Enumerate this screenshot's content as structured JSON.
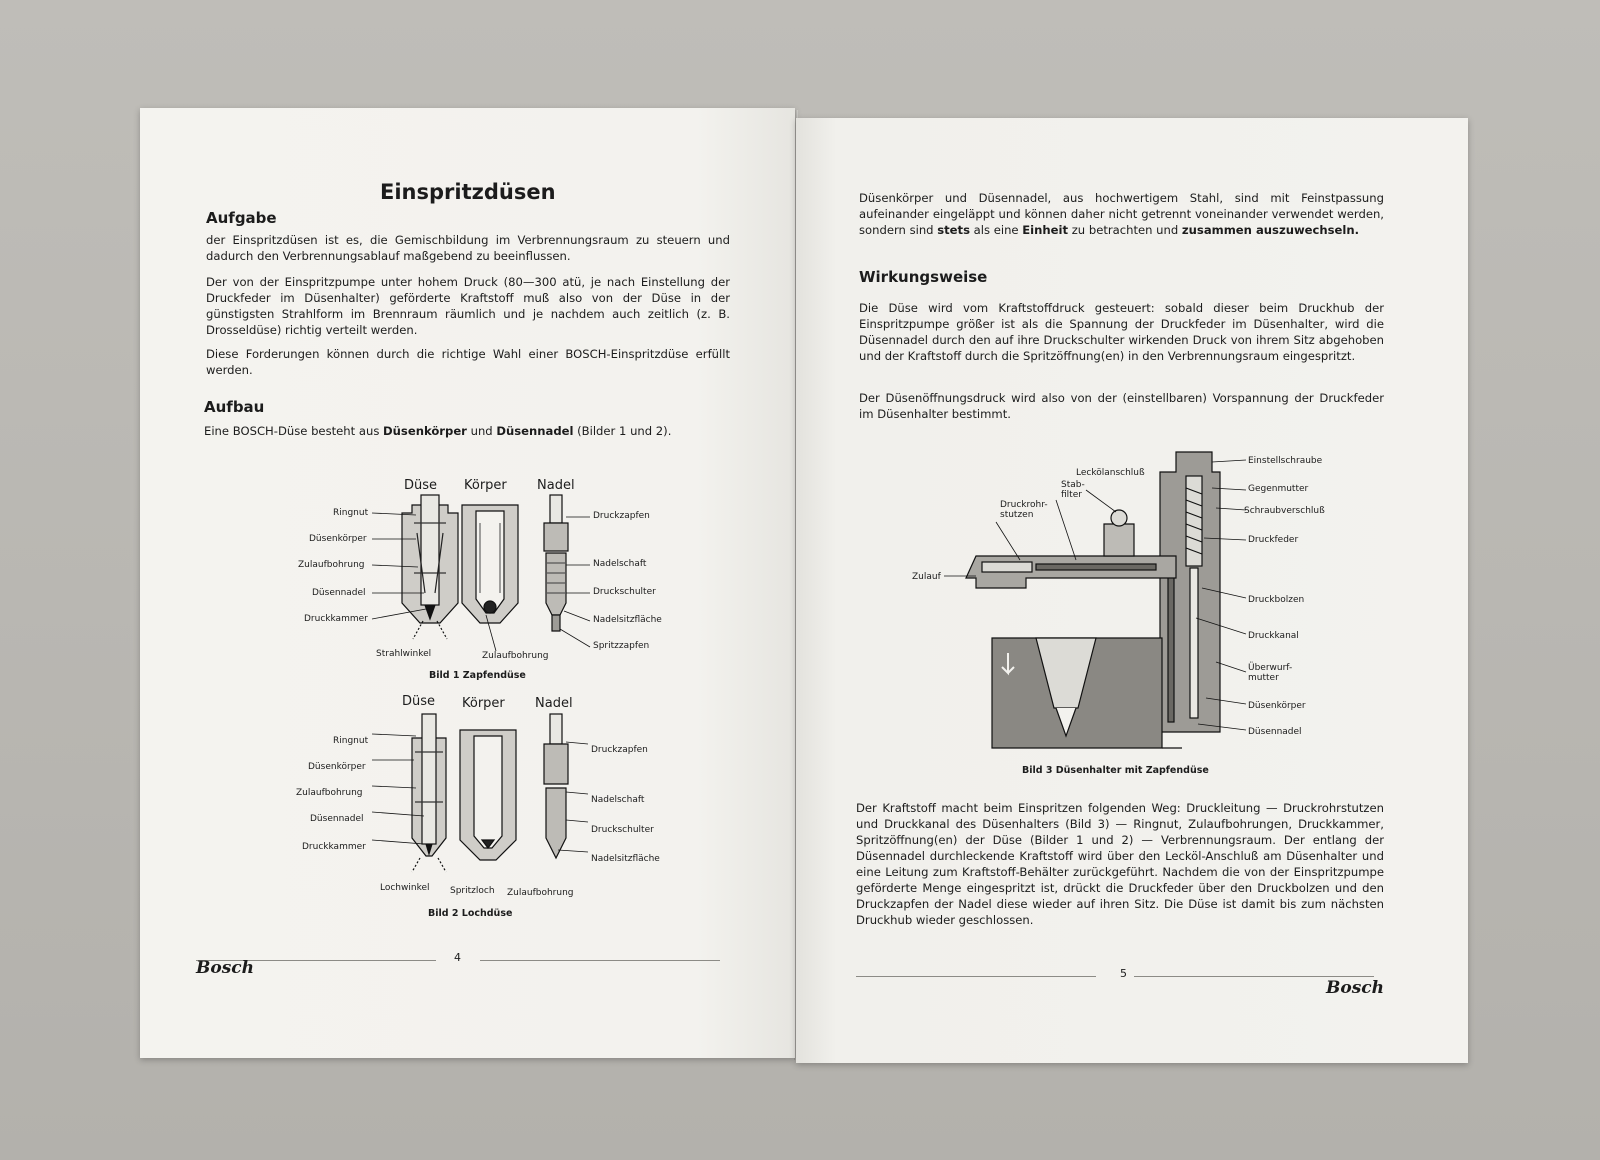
{
  "left_page": {
    "title": "Einspritzdüsen",
    "section1": {
      "heading": "Aufgabe",
      "p1": "der Einspritzdüsen ist es, die Gemischbildung im Verbrennungsraum zu steuern und dadurch den Verbrennungsablauf maßgebend zu beeinflussen.",
      "p2": "Der von der Einspritzpumpe unter hohem Druck (80—300 atü, je nach Einstellung der Druckfeder im Düsenhalter) geförderte Kraftstoff muß also von der Düse in der günstigsten Strahlform im Brennraum räumlich und je nachdem auch zeitlich (z. B. Drosseldüse) richtig verteilt werden.",
      "p3": "Diese Forderungen können durch die richtige Wahl einer BOSCH-Einspritzdüse erfüllt werden."
    },
    "section2": {
      "heading": "Aufbau",
      "p1_a": "Eine BOSCH-Düse besteht aus ",
      "p1_b": "Düsenkörper",
      "p1_c": " und ",
      "p1_d": "Düsennadel",
      "p1_e": " (Bilder 1 und 2)."
    },
    "figure1": {
      "col_duese": "Düse",
      "col_koerper": "Körper",
      "col_nadel": "Nadel",
      "left_labels": [
        "Ringnut",
        "Düsenkörper",
        "Zulaufbohrung",
        "Düsennadel",
        "Druckkammer"
      ],
      "right_labels": [
        "Druckzapfen",
        "Nadelschaft",
        "Druckschulter",
        "Nadelsitzfläche",
        "Spritzzapfen"
      ],
      "bottom_labels": [
        "Strahlwinkel",
        "Zulaufbohrung"
      ],
      "caption": "Bild 1   Zapfendüse"
    },
    "figure2": {
      "col_duese": "Düse",
      "col_koerper": "Körper",
      "col_nadel": "Nadel",
      "left_labels": [
        "Ringnut",
        "Düsenkörper",
        "Zulaufbohrung",
        "Düsennadel",
        "Druckkammer"
      ],
      "right_labels": [
        "Druckzapfen",
        "Nadelschaft",
        "Druckschulter",
        "Nadelsitzfläche"
      ],
      "bottom_labels": [
        "Lochwinkel",
        "Spritzloch",
        "Zulaufbohrung"
      ],
      "caption": "Bild 2   Lochdüse"
    },
    "page_number": "4",
    "logo": "Bosch"
  },
  "right_page": {
    "p_intro_a": "Düsenkörper und Düsennadel, aus hochwertigem Stahl, sind mit Feinstpassung aufeinander eingeläppt und können daher nicht getrennt voneinander verwendet werden, sondern sind ",
    "p_intro_b": "stets",
    "p_intro_c": " als eine ",
    "p_intro_d": "Einheit",
    "p_intro_e": " zu betrachten und ",
    "p_intro_f": "zusammen auszuwechseln.",
    "heading": "Wirkungsweise",
    "p1": "Die Düse wird vom Kraftstoffdruck gesteuert: sobald dieser beim Druckhub der Einspritzpumpe größer ist als die Spannung der Druckfeder im Düsenhalter, wird die Düsennadel durch den auf ihre Druckschulter wirkenden Druck von ihrem Sitz abgehoben und der Kraftstoff durch die Spritzöffnung(en) in den Verbrennungsraum eingespritzt.",
    "p2": "Der Düsenöffnungsdruck wird also von der (einstellbaren) Vorspannung der Druckfeder im Düsenhalter bestimmt.",
    "figure3": {
      "labels_left": [
        "Lecköl­anschluß",
        "Stab-\nfilter",
        "Druckrohr-\nstutzen",
        "Zulauf"
      ],
      "labels_right": [
        "Einstellschraube",
        "Gegenmutter",
        "Schraubverschluß",
        "Druckfeder",
        "Druckbolzen",
        "Druckkanal",
        "Überwurf-\nmutter",
        "Düsenkörper",
        "Düsennadel"
      ],
      "caption": "Bild 3   Düsenhalter mit Zapfendüse"
    },
    "p3": "Der Kraftstoff macht beim Einspritzen folgenden Weg: Druckleitung — Druckrohrstutzen und Druckkanal des Düsenhalters (Bild 3) — Ringnut, Zulaufbohrungen, Druckkammer, Spritzöffnung(en) der Düse (Bilder 1 und 2) — Verbrennungsraum. Der entlang der Düsennadel durchleckende Kraftstoff wird über den Lecköl-Anschluß am Düsenhalter und eine Leitung zum Kraftstoff-Behälter zurückgeführt. Nachdem die von der Einspritzpumpe geförderte Menge eingespritzt ist, drückt die Druckfeder über den Druckbolzen und den Druckzapfen der Nadel diese wieder auf ihren Sitz. Die Düse ist damit bis zum nächsten Druckhub wieder geschlossen.",
    "page_number": "5",
    "logo": "Bosch"
  }
}
